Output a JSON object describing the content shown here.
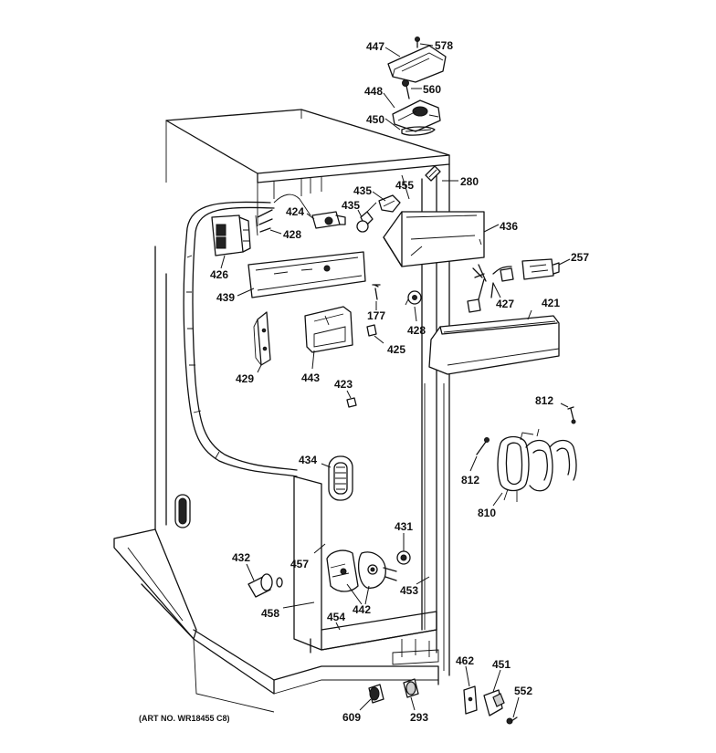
{
  "diagram": {
    "caption": "(ART NO. WR18455 C8)",
    "labels": [
      {
        "id": "l578",
        "text": "578"
      },
      {
        "id": "l447",
        "text": "447"
      },
      {
        "id": "l448",
        "text": "448"
      },
      {
        "id": "l560",
        "text": "560"
      },
      {
        "id": "l450",
        "text": "450"
      },
      {
        "id": "l280",
        "text": "280"
      },
      {
        "id": "l455",
        "text": "455"
      },
      {
        "id": "l435a",
        "text": "435"
      },
      {
        "id": "l435b",
        "text": "435"
      },
      {
        "id": "l424",
        "text": "424"
      },
      {
        "id": "l428a",
        "text": "428"
      },
      {
        "id": "l436",
        "text": "436"
      },
      {
        "id": "l257",
        "text": "257"
      },
      {
        "id": "l426",
        "text": "426"
      },
      {
        "id": "l439",
        "text": "439"
      },
      {
        "id": "l177",
        "text": "177"
      },
      {
        "id": "l428b",
        "text": "428"
      },
      {
        "id": "l427",
        "text": "427"
      },
      {
        "id": "l421",
        "text": "421"
      },
      {
        "id": "l425",
        "text": "425"
      },
      {
        "id": "l429",
        "text": "429"
      },
      {
        "id": "l443",
        "text": "443"
      },
      {
        "id": "l423",
        "text": "423"
      },
      {
        "id": "l812a",
        "text": "812"
      },
      {
        "id": "l812b",
        "text": "812"
      },
      {
        "id": "l434",
        "text": "434"
      },
      {
        "id": "l810",
        "text": "810"
      },
      {
        "id": "l431",
        "text": "431"
      },
      {
        "id": "l432",
        "text": "432"
      },
      {
        "id": "l457",
        "text": "457"
      },
      {
        "id": "l453",
        "text": "453"
      },
      {
        "id": "l442",
        "text": "442"
      },
      {
        "id": "l458",
        "text": "458"
      },
      {
        "id": "l454",
        "text": "454"
      },
      {
        "id": "l462",
        "text": "462"
      },
      {
        "id": "l451",
        "text": "451"
      },
      {
        "id": "l552",
        "text": "552"
      },
      {
        "id": "l609",
        "text": "609"
      },
      {
        "id": "l293",
        "text": "293"
      }
    ]
  }
}
